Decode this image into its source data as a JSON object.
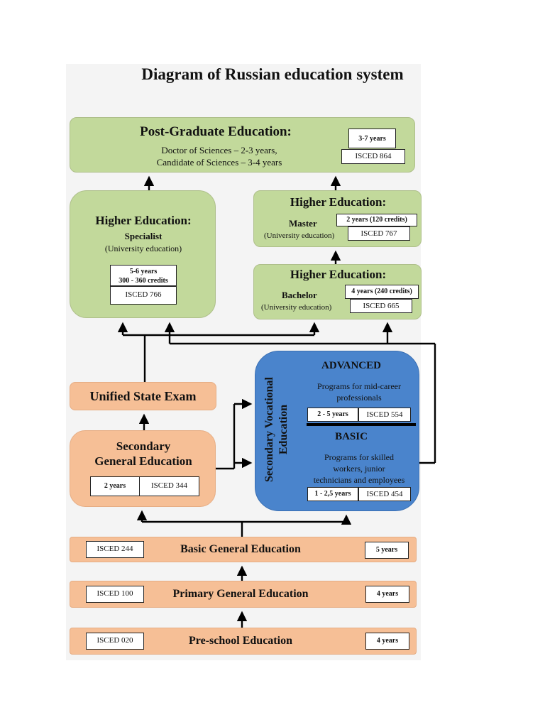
{
  "title": "Diagram of Russian education system",
  "postgrad": {
    "heading": "Post-Graduate Education:",
    "line1": "Doctor of Sciences – 2-3 years,",
    "line2": "Candidate of Sciences – 3-4 years",
    "years": "3-7 years",
    "isced": "ISCED 864"
  },
  "specialist": {
    "heading": "Higher Education:",
    "name": "Specialist",
    "note": "(University education)",
    "years": "5-6 years",
    "credits": "300 - 360 credits",
    "isced": "ISCED 766"
  },
  "master": {
    "heading": "Higher Education:",
    "name": "Master",
    "note": "(University education)",
    "years": "2 years (120 credits)",
    "isced": "ISCED 767"
  },
  "bachelor": {
    "heading": "Higher Education:",
    "name": "Bachelor",
    "note": "(University education)",
    "years": "4 years (240 credits)",
    "isced": "ISCED 665"
  },
  "exam": {
    "label": "Unified State Exam"
  },
  "secondary_general": {
    "line1": "Secondary",
    "line2": "General Education",
    "years": "2 years",
    "isced": "ISCED 344"
  },
  "vocational": {
    "side_line1": "Secondary Vocational",
    "side_line2": "Education",
    "advanced_title": "ADVANCED",
    "advanced_desc1": "Programs for mid-career",
    "advanced_desc2": "professionals",
    "advanced_years": "2 - 5 years",
    "advanced_isced": "ISCED 554",
    "basic_title": "BASIC",
    "basic_desc1": "Programs for skilled",
    "basic_desc2": "workers, junior",
    "basic_desc3": "technicians and employees",
    "basic_years": "1 - 2,5 years",
    "basic_isced": "ISCED 454"
  },
  "basic_general": {
    "label": "Basic General Education",
    "isced": "ISCED 244",
    "years": "5 years"
  },
  "primary_general": {
    "label": "Primary General Education",
    "isced": "ISCED 100",
    "years": "4 years"
  },
  "preschool": {
    "label": "Pre-school Education",
    "isced": "ISCED 020",
    "years": "4 years"
  },
  "colors": {
    "green": "#c2d99b",
    "orange": "#f6bf96",
    "blue": "#4a84cc"
  }
}
